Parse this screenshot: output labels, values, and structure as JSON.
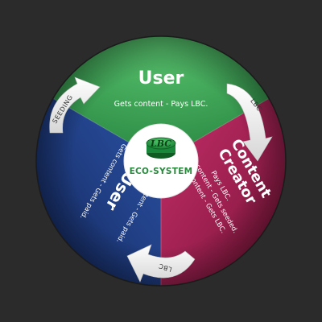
{
  "segments": {
    "user_top": {
      "title": "User",
      "subtitle": "Gets content - Pays LBC.",
      "color": "#3aa655"
    },
    "content_creator": {
      "title_line1": "Content",
      "title_line2": "Creator",
      "line1": "Pays LBC.",
      "line2": "Sells content - Gets seeded.",
      "line3": "Gets content - Gets LBC.",
      "color": "#b2245e"
    },
    "user_left": {
      "title": "User",
      "line1": "Seeds content - Gets paid.",
      "line2": "Gets content - Gets paid.",
      "color": "#1f3f86"
    }
  },
  "arrows": {
    "top_left_label": "SEEDING",
    "top_right_label": "LBC",
    "bottom_label": "LBC"
  },
  "center": {
    "coin_label": "LBC",
    "label": "ECO-SYSTEM"
  }
}
